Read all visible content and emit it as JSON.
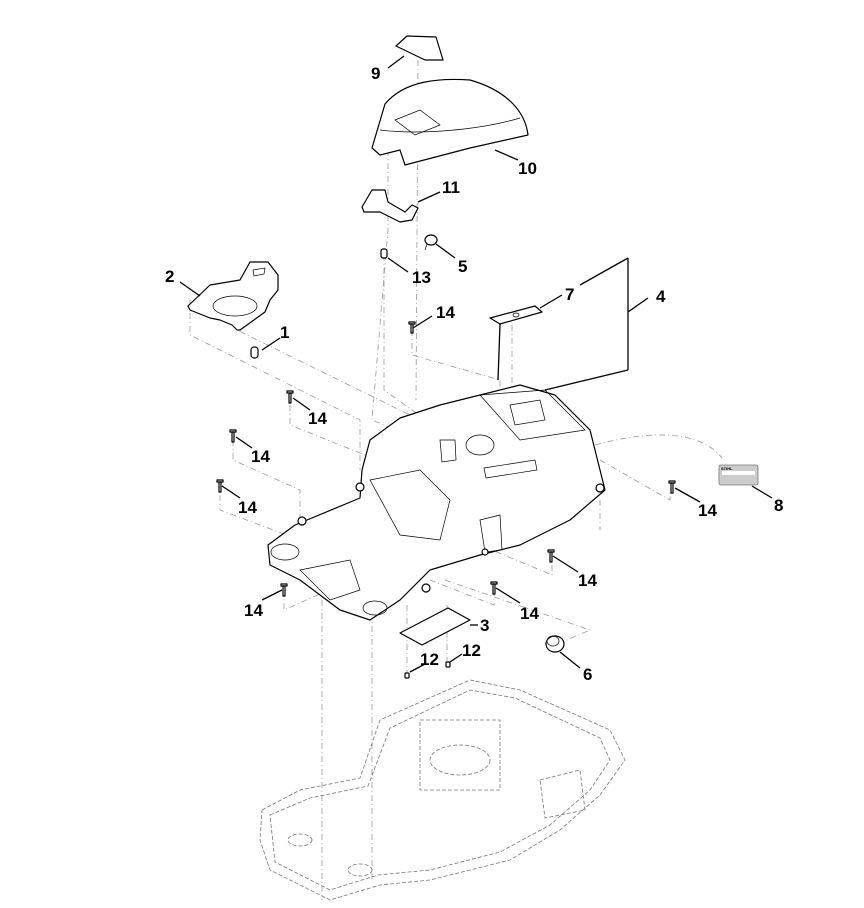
{
  "diagram": {
    "type": "exploded-parts-view",
    "callouts": {
      "c1": "1",
      "c2": "2",
      "c3": "3",
      "c4": "4",
      "c5": "5",
      "c6": "6",
      "c7": "7",
      "c8": "8",
      "c9": "9",
      "c10": "10",
      "c11": "11",
      "c12": "12",
      "c13": "13",
      "c14": "14"
    },
    "label_part_8": {
      "brand": "STIHL"
    },
    "colors": {
      "line": "#000000",
      "dash": "#999999",
      "label_fill": "#cccccc"
    }
  }
}
